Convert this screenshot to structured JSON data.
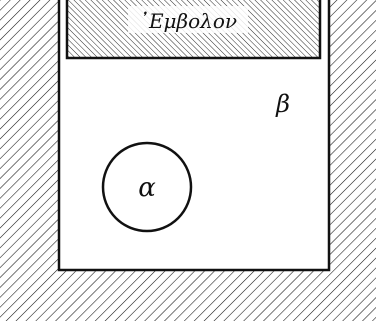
{
  "diagram": {
    "piston_label": "᾿Εμβολον",
    "region_beta_label": "β",
    "circle_alpha_label": "α",
    "colors": {
      "ink": "#111111",
      "background": "#ffffff"
    }
  }
}
